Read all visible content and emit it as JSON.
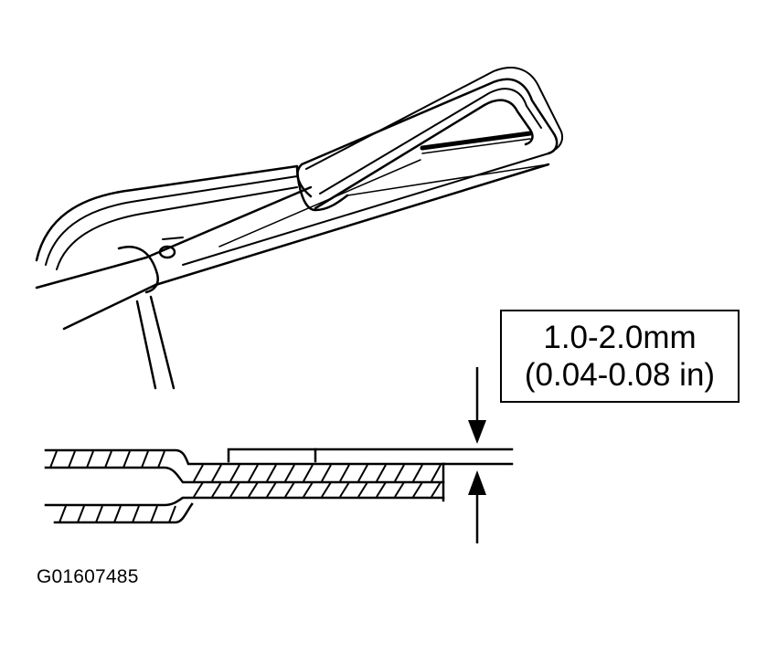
{
  "callout": {
    "metric": "1.0-2.0mm",
    "imperial": "(0.04-0.08 in)"
  },
  "figure_code": "G01607485",
  "colors": {
    "ink": "#000000",
    "paper": "#ffffff"
  }
}
